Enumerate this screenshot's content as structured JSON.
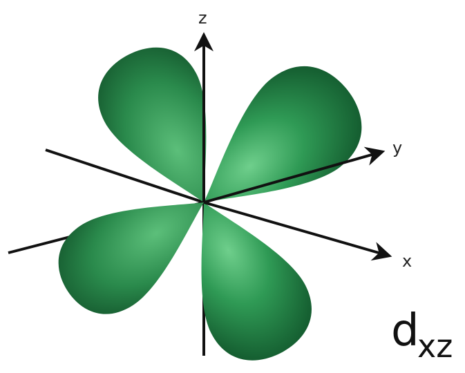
{
  "diagram": {
    "axes": {
      "z_label": "z",
      "y_label": "y",
      "x_label": "x"
    },
    "orbital": {
      "main": "d",
      "subscript": "xz"
    },
    "colors": {
      "lobe_light": "#6fcf8c",
      "lobe_mid": "#2f9a55",
      "lobe_dark": "#11552b",
      "axis": "#111111"
    }
  }
}
